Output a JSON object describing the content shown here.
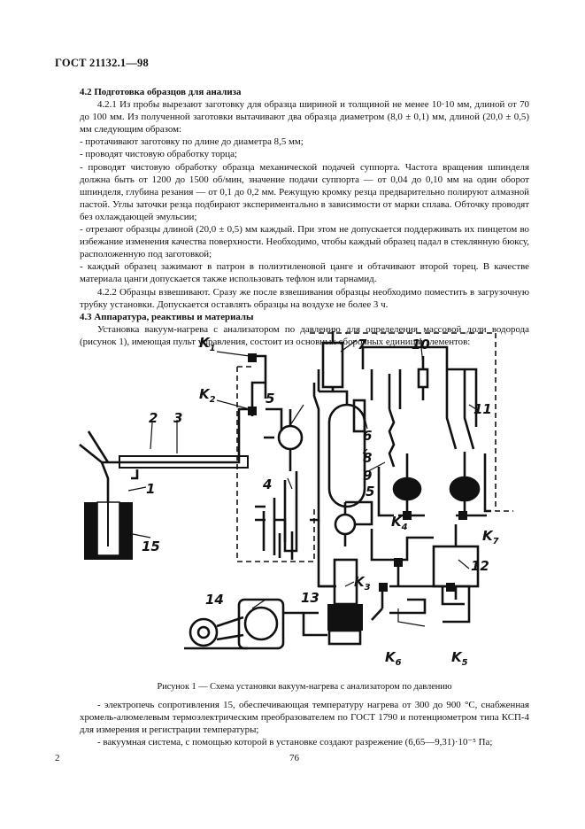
{
  "header": "ГОСТ 21132.1—98",
  "paragraphs": [
    {
      "kind": "sec",
      "text": "4.2 Подготовка образцов для анализа"
    },
    {
      "kind": "ind",
      "text": "4.2.1 Из пробы вырезают заготовку для образца шириной и толщиной не менее 10·10 мм, длиной от 70 до 100 мм. Из полученной заготовки вытачивают два образца диаметром (8,0 ± 0,1) мм, длиной (20,0 ± 0,5) мм следующим образом:"
    },
    {
      "kind": "plain",
      "text": "- протачивают заготовку по длине до диаметра 8,5 мм;"
    },
    {
      "kind": "plain",
      "text": "- проводят чистовую обработку торца;"
    },
    {
      "kind": "plain",
      "text": "- проводят чистовую обработку образца механической подачей суппорта. Частота вращения шпинделя должна быть от 1200 до 1500 об/мин, значение подачи суппорта — от 0,04 до 0,10 мм на один оборот шпинделя, глубина резания — от 0,1 до 0,2 мм. Режущую кромку резца предварительно полируют алмазной пастой. Углы заточки резца подбирают экспериментально в зависимости от марки сплава. Обточку проводят без охлаждающей эмульсии;"
    },
    {
      "kind": "plain",
      "text": "- отрезают образцы длиной (20,0 ± 0,5) мм каждый. При этом не допускается поддерживать их пинцетом во избежание изменения качества поверхности. Необходимо, чтобы каждый образец падал в стеклянную бюксу, расположенную под заготовкой;"
    },
    {
      "kind": "plain",
      "text": "- каждый образец зажимают в патрон в полиэтиленовой цанге и обтачивают второй торец. В качестве материала цанги допускается также использовать тефлон или тарнамид."
    },
    {
      "kind": "ind",
      "text": "4.2.2 Образцы взвешивают. Сразу же после взвешивания образцы необходимо поместить в загрузочную трубку установки. Допускается оставлять образцы на воздухе не более 3 ч."
    },
    {
      "kind": "sec",
      "text": "4.3 Аппаратура, реактивы и материалы"
    },
    {
      "kind": "ind",
      "text": "Установка вакуум-нагрева с анализатором по давлению для определения массовой доли водорода (рисунок 1), имеющая пульт управления, состоит из основных сборочных единиц и элементов:"
    }
  ],
  "figure_labels": {
    "k1": "K",
    "k1s": "1",
    "k2": "K",
    "k2s": "2",
    "k3": "K",
    "k3s": "3",
    "k4": "K",
    "k4s": "4",
    "k5": "K",
    "k5s": "5",
    "k6": "K",
    "k6s": "6",
    "k7": "K",
    "k7s": "7",
    "n1": "1",
    "n2": "2",
    "n3": "3",
    "n4": "4",
    "n5a": "5",
    "n5b": "5",
    "n6": "6",
    "n7": "7",
    "n8": "8",
    "n9": "9",
    "n10": "10",
    "n11": "11",
    "n12": "12",
    "n13": "13",
    "n14": "14",
    "n15": "15"
  },
  "caption": "Рисунок 1 — Схема установки вакуум-нагрева с анализатором по давлению",
  "after": [
    "- электропечь сопротивления 15, обеспечивающая температуру нагрева от 300 до 900 °С, снабженная хромель-алюмелевым термоэлектрическим преобразователем по ГОСТ 1790 и потенциометром типа КСП-4 для измерения и регистрации температуры;",
    "- вакуумная система, с помощью которой в установке создают разрежение (6,65—9,31)·10⁻⁵ Па;"
  ],
  "page_number": "2",
  "sheet_number": "76"
}
